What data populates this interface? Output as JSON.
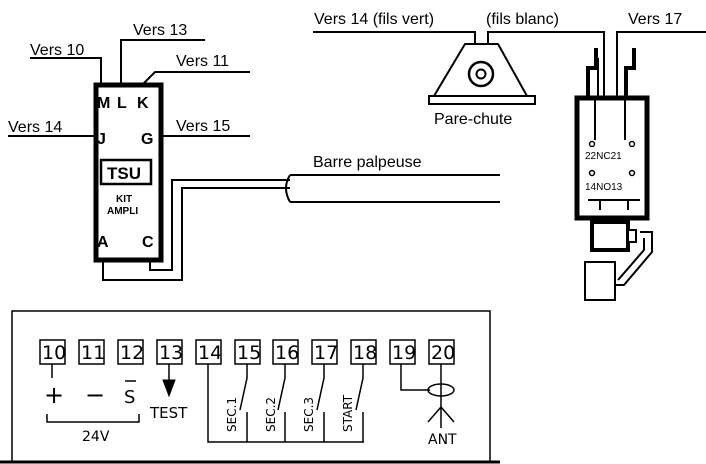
{
  "labels": {
    "vers10": "Vers 10",
    "vers13": "Vers 13",
    "vers11": "Vers 11",
    "vers14": "Vers 14",
    "vers15": "Vers 15",
    "vers14_fils_vert": "Vers 14 (fils vert)",
    "fils_blanc": "(fils blanc)",
    "vers17": "Vers 17",
    "pare_chute": "Pare-chute",
    "barre_palpeuse": "Barre palpeuse"
  },
  "module": {
    "pins": {
      "M": "M",
      "L": "L",
      "K": "K",
      "J": "J",
      "G": "G",
      "A": "A",
      "C": "C"
    },
    "badge": "TSU",
    "line1": "KIT",
    "line2": "AMPLI"
  },
  "switch": {
    "nc": "22NC21",
    "no": "14NO13"
  },
  "terminal_block": {
    "terminals": [
      "10",
      "11",
      "12",
      "13",
      "14",
      "15",
      "16",
      "17",
      "18",
      "19",
      "20"
    ],
    "plus": "+",
    "minus": "−",
    "s": "S",
    "voltage": "24V",
    "test": "TEST",
    "sec1": "SEC.1",
    "sec2": "SEC.2",
    "sec3": "SEC.3",
    "start": "START",
    "ant": "ANT"
  }
}
